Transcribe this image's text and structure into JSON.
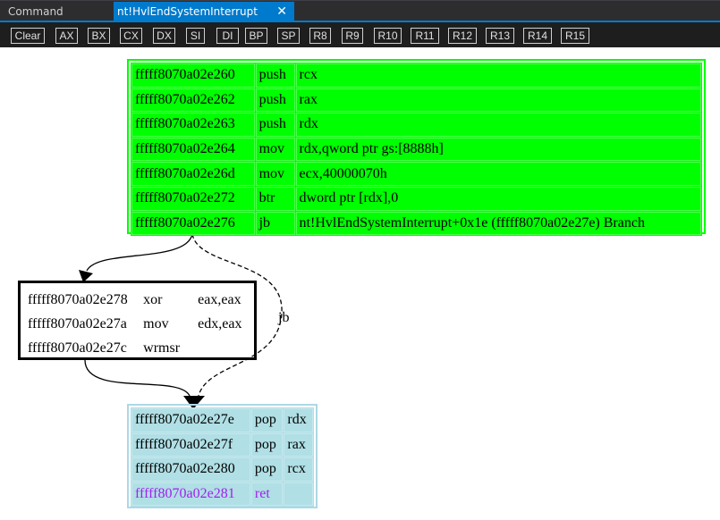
{
  "tabs": [
    {
      "label": "Command"
    },
    {
      "label": "nt!HvlEndSystemInterrupt",
      "close": "✕"
    }
  ],
  "toolbar": [
    "Clear",
    "AX",
    "BX",
    "CX",
    "DX",
    "SI",
    "DI",
    "BP",
    "SP",
    "R8",
    "R9",
    "R10",
    "R11",
    "R12",
    "R13",
    "R14",
    "R15"
  ],
  "nodes": {
    "entry": {
      "color": "#00ff00",
      "rows": [
        [
          "fffff8070a02e260",
          "push",
          "rcx"
        ],
        [
          "fffff8070a02e262",
          "push",
          "rax"
        ],
        [
          "fffff8070a02e263",
          "push",
          "rdx"
        ],
        [
          "fffff8070a02e264",
          "mov",
          "rdx,qword ptr gs:[8888h]"
        ],
        [
          "fffff8070a02e26d",
          "mov",
          "ecx,40000070h"
        ],
        [
          "fffff8070a02e272",
          "btr",
          "dword ptr [rdx],0"
        ],
        [
          "fffff8070a02e276",
          "jb",
          "nt!HvlEndSystemInterrupt+0x1e (fffff8070a02e27e) Branch"
        ]
      ]
    },
    "fallthrough": {
      "rows": [
        [
          "fffff8070a02e278",
          "xor",
          "eax,eax"
        ],
        [
          "fffff8070a02e27a",
          "mov",
          "edx,eax"
        ],
        [
          "fffff8070a02e27c",
          "wrmsr",
          ""
        ]
      ]
    },
    "exit": {
      "color": "#add8e6",
      "rows": [
        [
          "fffff8070a02e27e",
          "pop",
          "rdx"
        ],
        [
          "fffff8070a02e27f",
          "pop",
          "rax"
        ],
        [
          "fffff8070a02e280",
          "pop",
          "rcx"
        ],
        [
          "fffff8070a02e281",
          "ret",
          ""
        ]
      ]
    }
  },
  "edge_label": "jb"
}
